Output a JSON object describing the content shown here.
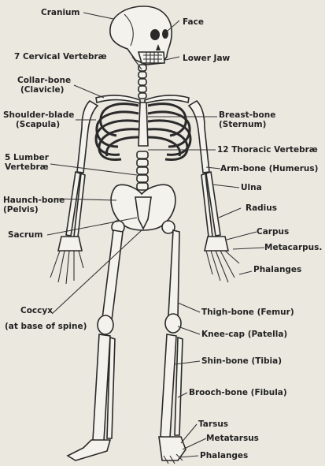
{
  "labels": {
    "cranium": "Cranium",
    "face": "Face",
    "cervical": "7 Cervical Vertebræ",
    "lower_jaw": "Lower Jaw",
    "collar_bone": "Collar-bone",
    "clavicle": "(Clavicle)",
    "shoulder_blade": "Shoulder-blade",
    "scapula": "(Scapula)",
    "breast_bone": "Breast-bone",
    "sternum": "(Sternum)",
    "lumbar_1": "5 Lumber",
    "lumbar_2": "Vertebræ",
    "thoracic": "12 Thoracic Vertebræ",
    "arm_bone": "Arm-bone (Humerus)",
    "ulna": "Ulna",
    "haunch_bone": "Haunch-bone",
    "pelvis": "(Pelvis)",
    "radius": "Radius",
    "sacrum": "Sacrum",
    "carpus": "Carpus",
    "metacarpus": "Metacarpus.",
    "phalanges_hand": "Phalanges",
    "coccyx": "Coccyx",
    "coccyx_note": "(at base of spine)",
    "thigh_bone": "Thigh-bone  (Femur)",
    "knee_cap": "Knee-cap  (Patella)",
    "shin_bone": "Shin-bone  (Tibia)",
    "brooch_bone": "Brooch-bone  (Fibula)",
    "tarsus": "Tarsus",
    "metatarsus": "Metatarsus",
    "phalanges_foot": "Phalanges"
  }
}
